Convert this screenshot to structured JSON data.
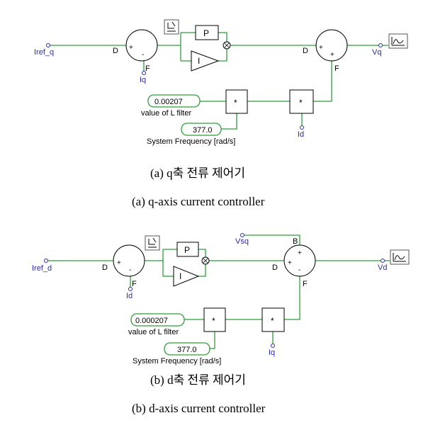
{
  "diagram_q": {
    "input_ref": "Iref_q",
    "feedback": "Iq",
    "output": "Vq",
    "port_D": "D",
    "port_F": "F",
    "sign_plus": "+",
    "sign_minus": "-",
    "p_block": "P",
    "i_block": "I",
    "mult_symbol": "*",
    "filter_value": "0.00207",
    "filter_label": "value of L filter",
    "freq_value": "377.0",
    "freq_label": "System Frequency [rad/s]",
    "mult_input": "Id",
    "caption_kr": "(a)  q축  전류  제어기",
    "caption_en": "(a)  q-axis  current  controller"
  },
  "diagram_d": {
    "input_ref": "Iref_d",
    "feedback": "Id",
    "output": "Vd",
    "port_D": "D",
    "port_F": "F",
    "port_B": "B",
    "vs_input": "Vsq",
    "sign_plus": "+",
    "sign_minus": "-",
    "p_block": "P",
    "i_block": "I",
    "mult_symbol": "*",
    "filter_value": "0.000207",
    "filter_label": "value of L filter",
    "freq_value": "377.0",
    "freq_label": "System Frequency [rad/s]",
    "mult_input": "Iq",
    "caption_kr": "(b)  d축  전류  제어기",
    "caption_en": "(b)  d-axis  current  controller"
  },
  "colors": {
    "wire": "#2e9e3a",
    "signal_text": "#2a2aaa",
    "block_stroke": "#000000"
  }
}
